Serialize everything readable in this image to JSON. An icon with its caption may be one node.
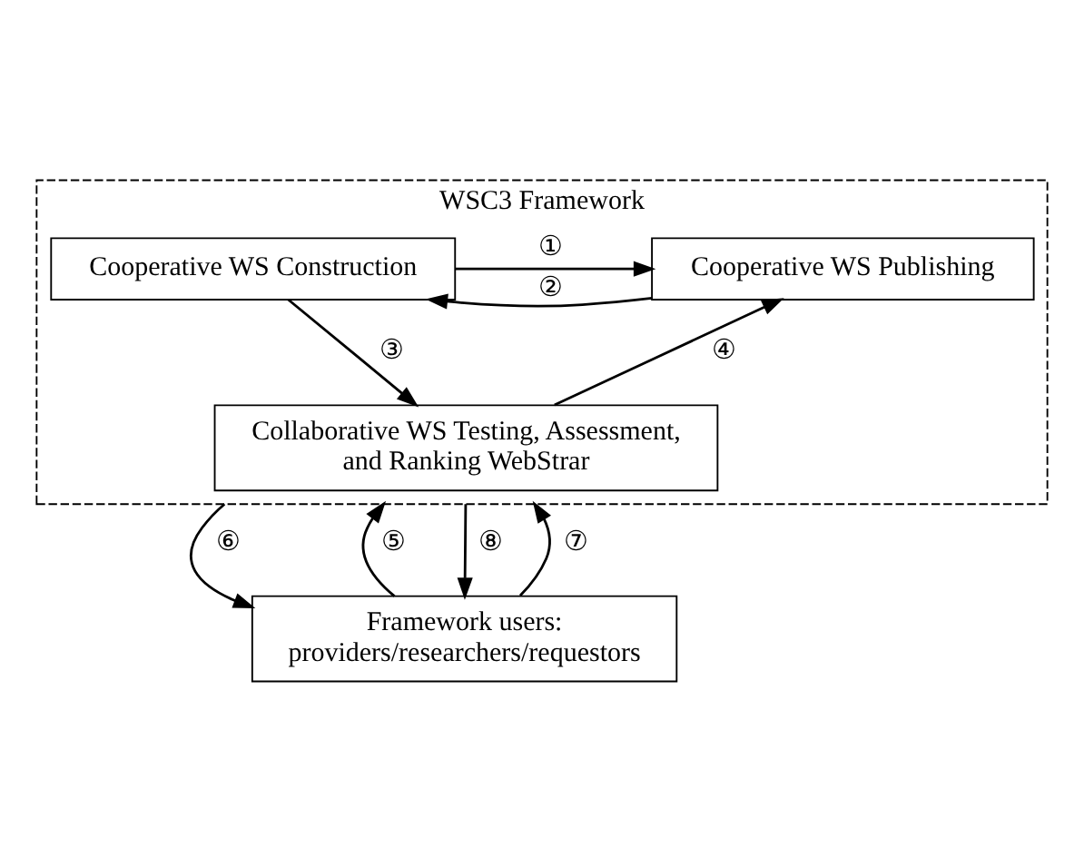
{
  "diagram": {
    "nodes": [
      {
        "text": [
          "WSC3 Framework"
        ]
      },
      {
        "text": [
          "Cooperative WS Construction"
        ],
        "in": 0
      },
      {
        "text": [
          "Cooperative WS Publishing"
        ],
        "in": 0
      },
      {
        "text": [
          "Collaborative WS Testing, Assessment, and Ranking WebStrar"
        ],
        "in": 0
      },
      {
        "text": [
          "Framework users: providers/researchers/requestors"
        ]
      }
    ],
    "edges": [
      {
        "from": 1,
        "to": 2,
        "arrow": "to",
        "label": "①"
      },
      {
        "from": 2,
        "to": 1,
        "arrow": "to",
        "label": "②"
      },
      {
        "from": 1,
        "to": 3,
        "arrow": "to",
        "label": "③"
      },
      {
        "from": 3,
        "to": 2,
        "arrow": "to",
        "label": "④"
      },
      {
        "from": 0,
        "to": 4,
        "arrow": "to",
        "label": "⑥"
      },
      {
        "from": 4,
        "to": 0,
        "arrow": "to",
        "label": "⑤"
      },
      {
        "from": 0,
        "to": 4,
        "arrow": "to",
        "label": "⑧"
      },
      {
        "from": 4,
        "to": 0,
        "arrow": "to",
        "label": "⑦"
      }
    ]
  }
}
